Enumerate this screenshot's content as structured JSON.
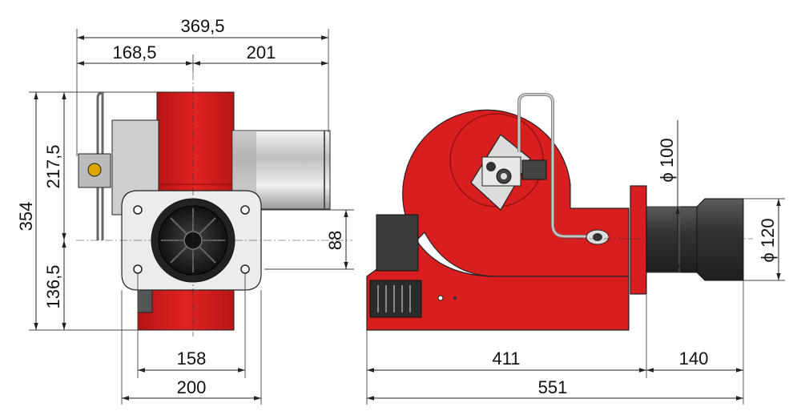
{
  "dimensions": {
    "front": {
      "overall_width": "369,5",
      "left_part": "168,5",
      "right_part": "201",
      "overall_height": "354",
      "upper_height": "217,5",
      "lower_height": "136,5",
      "outlet_height": "88",
      "flange_inner": "158",
      "flange_outer": "200"
    },
    "side": {
      "diameter_outer": "ϕ 100",
      "diameter_head": "ϕ 120",
      "body_length": "411",
      "head_length": "140",
      "overall_length": "551"
    }
  },
  "colors": {
    "body_red": "#d81e1e",
    "body_red_dark": "#a81212",
    "flange_gray": "#e9e9e9",
    "motor_silver": "#d8d8d8",
    "head_black": "#3a3a3a",
    "line": "#222222"
  }
}
